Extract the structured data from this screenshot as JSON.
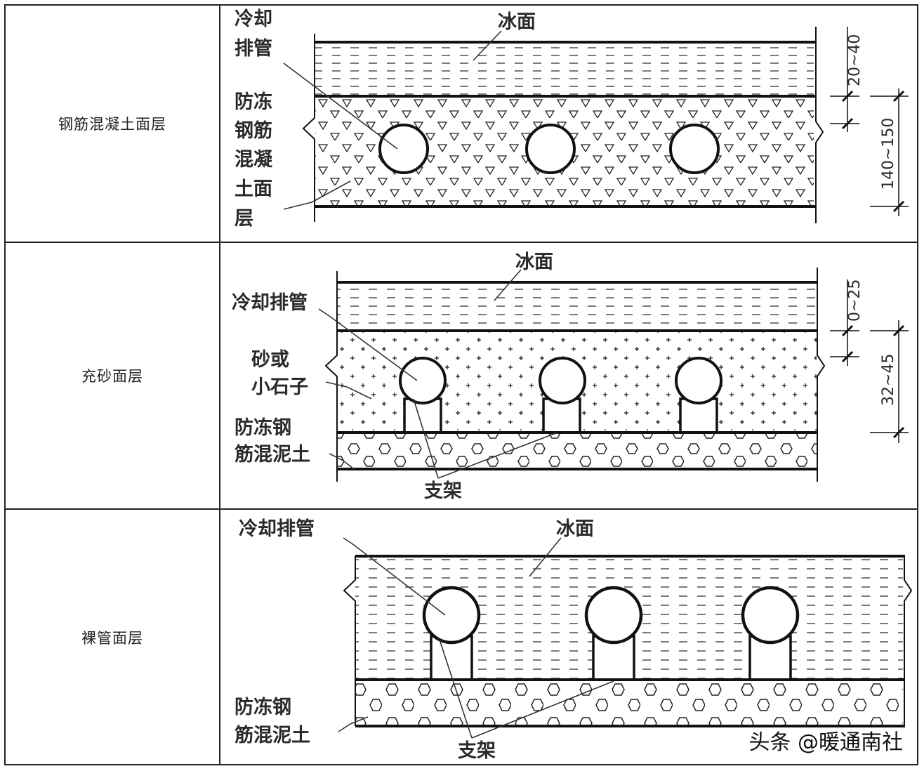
{
  "rows": [
    {
      "layer_name": "钢筋混凝土面层",
      "labels": {
        "pipe_l1": "冷却",
        "pipe_l2": "排管",
        "ice": "冰面",
        "conc_l1": "防冻",
        "conc_l2": "钢筋",
        "conc_l3": "混凝",
        "conc_l4": "土面",
        "conc_l5": "层"
      },
      "dims": {
        "top": "20~40",
        "total": "140~150"
      }
    },
    {
      "layer_name": "充砂面层",
      "labels": {
        "ice": "冰面",
        "pipe": "冷却排管",
        "sand_l1": "砂或",
        "sand_l2": "小石子",
        "conc_l1": "防冻钢",
        "conc_l2": "筋混泥土",
        "support": "支架"
      },
      "dims": {
        "top": "0~25",
        "total": "32~45"
      }
    },
    {
      "layer_name": "裸管面层",
      "labels": {
        "pipe": "冷却排管",
        "ice": "冰面",
        "conc_l1": "防冻钢",
        "conc_l2": "筋混泥土",
        "support": "支架"
      }
    }
  ],
  "watermark": "头条 @暖通南社",
  "colors": {
    "line": "#1a1a1a",
    "border": "#222222"
  }
}
